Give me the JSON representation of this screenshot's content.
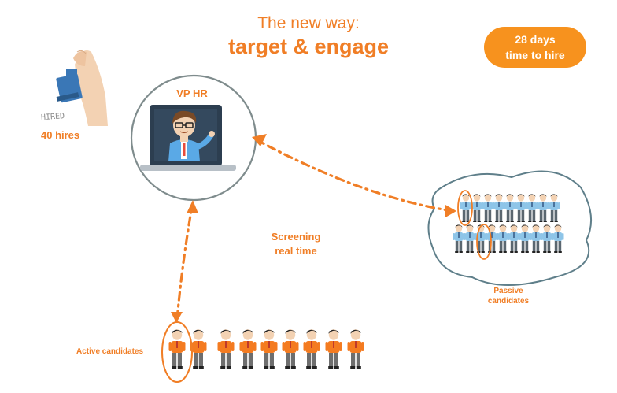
{
  "header": {
    "subtitle": "The new way:",
    "title": "target & engage"
  },
  "badge": {
    "line1": "28 days",
    "line2": "time to hire"
  },
  "stamp": {
    "stamp_text": "HIRED",
    "hires_label": "40 hires"
  },
  "vp": {
    "label": "VP HR"
  },
  "screening": {
    "line1": "Screening",
    "line2": "real time"
  },
  "passive": {
    "line1": "Passive",
    "line2": "candidates"
  },
  "active": {
    "label": "Active candidates"
  },
  "colors": {
    "accent": "#f07e26",
    "badge": "#f7921e",
    "circle_stroke": "#7f8c8d",
    "cloud_stroke": "#5f7f8a",
    "shirt_blue": "#8ec5e8",
    "shirt_orange": "#f47b20"
  }
}
